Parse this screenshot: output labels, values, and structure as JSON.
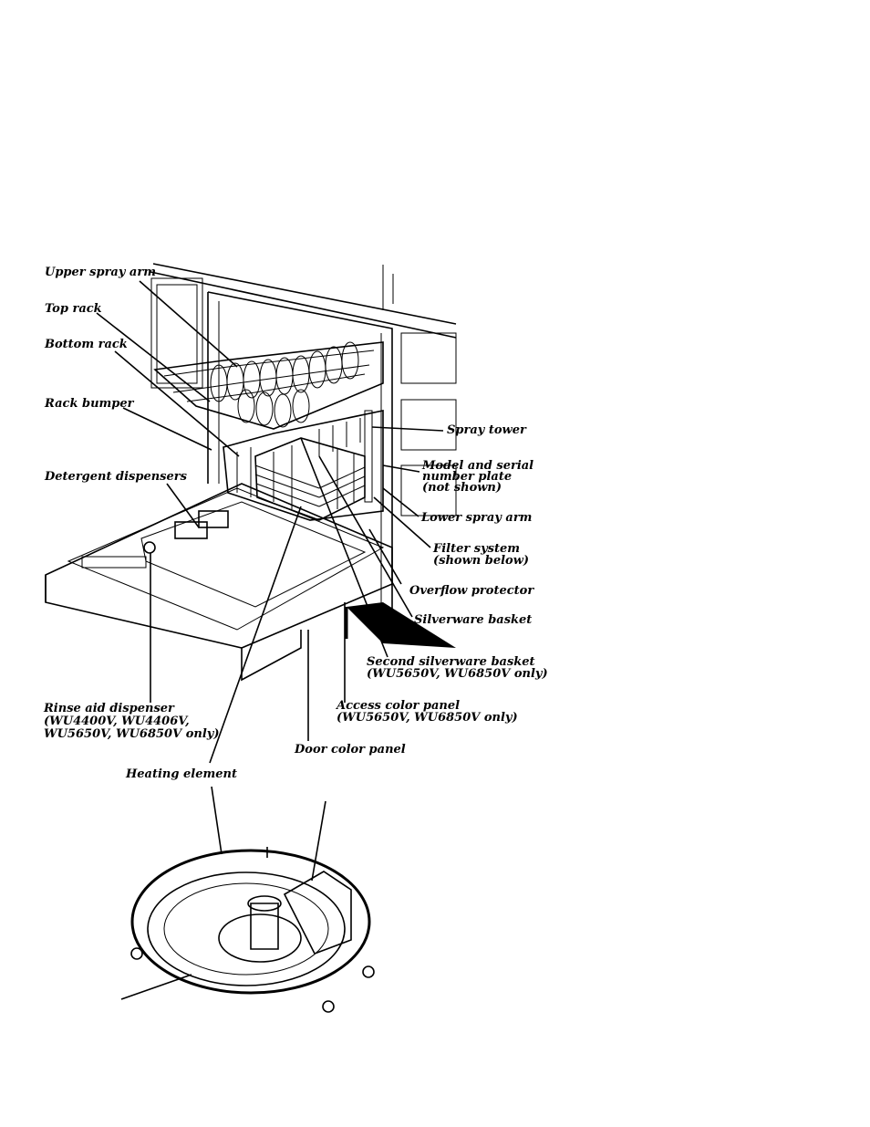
{
  "labels": {
    "upper_spray_arm": "Upper spray arm",
    "top_rack": "Top rack",
    "bottom_rack": "Bottom rack",
    "rack_bumper": "Rack bumper",
    "detergent_dispensers": "Detergent dispensers",
    "spray_tower": "Spray tower",
    "model_serial_plate": "Model and serial\nnumber plate\n(not shown)",
    "lower_spray_arm": "Lower spray arm",
    "filter_system": "Filter system\n(shown below)",
    "overflow_protector": "Overflow protector",
    "silverware_basket": "Silverware basket",
    "second_silverware_basket": "Second silverware basket\n(WU5650V, WU6850V only)",
    "access_color_panel": "Access color panel\n(WU5650V, WU6850V only)",
    "rinse_aid_dispenser": "Rinse aid dispenser\n(WU4400V, WU4406V,\nWU5650V, WU6850V only)",
    "door_color_panel": "Door color panel",
    "heating_element": "Heating element"
  }
}
